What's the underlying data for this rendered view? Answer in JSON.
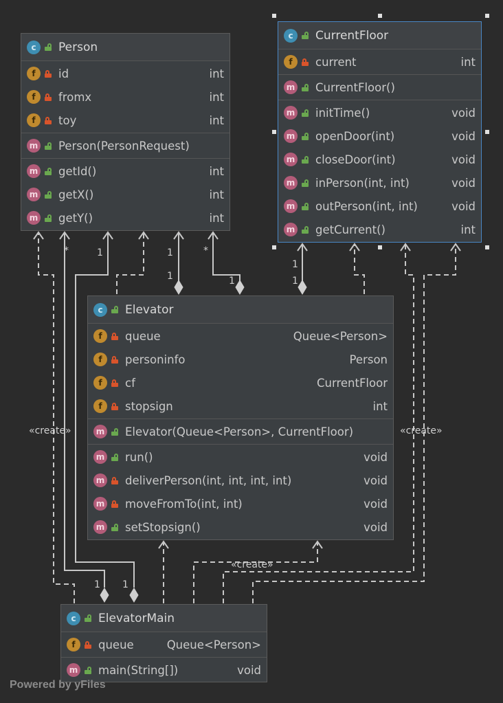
{
  "classes": {
    "person": {
      "name": "Person",
      "fields": [
        {
          "name": "id",
          "type": "int"
        },
        {
          "name": "fromx",
          "type": "int"
        },
        {
          "name": "toy",
          "type": "int"
        }
      ],
      "constructors": [
        {
          "name": "Person(PersonRequest)",
          "type": ""
        }
      ],
      "methods": [
        {
          "name": "getId()",
          "type": "int"
        },
        {
          "name": "getX()",
          "type": "int"
        },
        {
          "name": "getY()",
          "type": "int"
        }
      ]
    },
    "current_floor": {
      "name": "CurrentFloor",
      "fields": [
        {
          "name": "current",
          "type": "int"
        }
      ],
      "constructors": [
        {
          "name": "CurrentFloor()",
          "type": ""
        }
      ],
      "methods": [
        {
          "name": "initTime()",
          "type": "void"
        },
        {
          "name": "openDoor(int)",
          "type": "void"
        },
        {
          "name": "closeDoor(int)",
          "type": "void"
        },
        {
          "name": "inPerson(int, int)",
          "type": "void"
        },
        {
          "name": "outPerson(int, int)",
          "type": "void"
        },
        {
          "name": "getCurrent()",
          "type": "int"
        }
      ]
    },
    "elevator": {
      "name": "Elevator",
      "fields": [
        {
          "name": "queue",
          "type": "Queue<Person>"
        },
        {
          "name": "personinfo",
          "type": "Person"
        },
        {
          "name": "cf",
          "type": "CurrentFloor"
        },
        {
          "name": "stopsign",
          "type": "int"
        }
      ],
      "constructors": [
        {
          "name": "Elevator(Queue<Person>, CurrentFloor)",
          "type": ""
        }
      ],
      "methods": [
        {
          "name": "run()",
          "type": "void"
        },
        {
          "name": "deliverPerson(int, int, int, int)",
          "type": "void"
        },
        {
          "name": "moveFromTo(int, int)",
          "type": "void"
        },
        {
          "name": "setStopsign()",
          "type": "void"
        }
      ]
    },
    "elevator_main": {
      "name": "ElevatorMain",
      "fields": [
        {
          "name": "queue",
          "type": "Queue<Person>"
        }
      ],
      "methods": [
        {
          "name": "main(String[])",
          "type": "void"
        }
      ]
    }
  },
  "edge_labels": {
    "create": "«create»",
    "one": "1",
    "many": "*"
  },
  "icons": {
    "class": "c",
    "field": "f",
    "method": "m"
  },
  "watermark": "Powered by yFiles",
  "colors": {
    "background": "#2b2b2b",
    "selection": "#4a88c7",
    "edge": "#c8c8c8"
  }
}
